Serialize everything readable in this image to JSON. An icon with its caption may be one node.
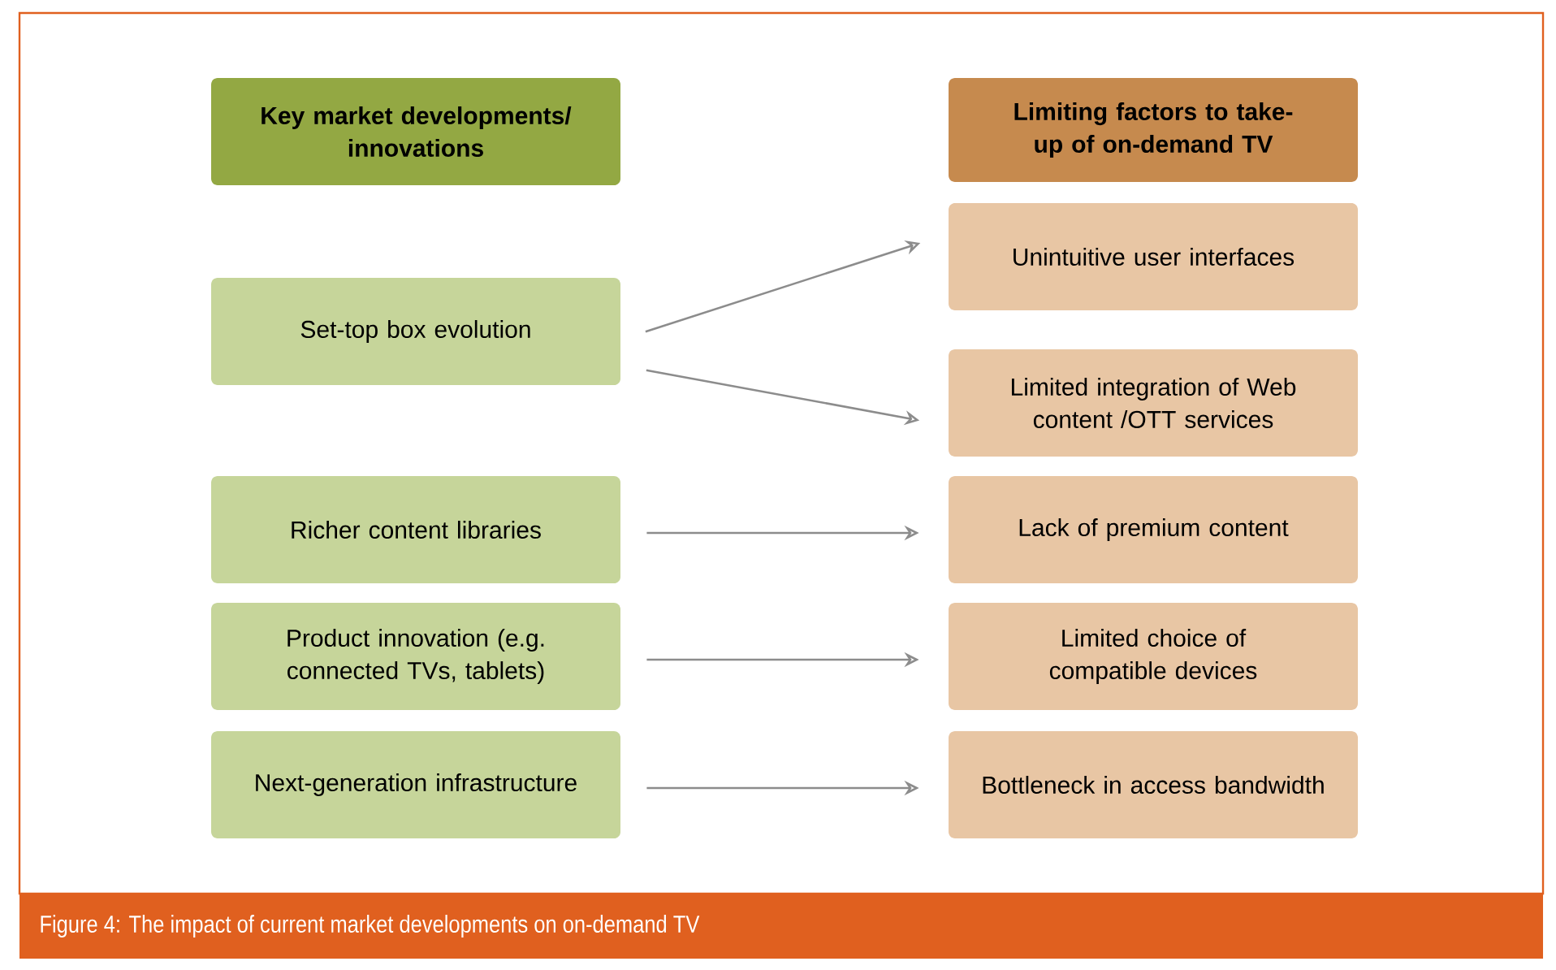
{
  "diagram": {
    "caption": "Figure 4: The impact of current market developments on on-demand TV",
    "nodes": [
      {
        "text": [
          "Key market developments/ innovations"
        ]
      },
      {
        "text": [
          "Limiting factors to take-up of on-demand TV"
        ]
      },
      {
        "text": [
          "Set-top box evolution"
        ]
      },
      {
        "text": [
          "Richer content libraries"
        ]
      },
      {
        "text": [
          "Product innovation (e.g. connected TVs, tablets)"
        ]
      },
      {
        "text": [
          "Next-generation infrastructure"
        ]
      },
      {
        "text": [
          "Unintuitive user interfaces"
        ]
      },
      {
        "text": [
          "Limited integration of Web content /OTT services"
        ]
      },
      {
        "text": [
          "Lack of premium content"
        ]
      },
      {
        "text": [
          "Limited choice of compatible devices"
        ]
      },
      {
        "text": [
          "Bottleneck in access bandwidth"
        ]
      }
    ],
    "edges": [
      {
        "from": 2,
        "to": 6,
        "arrow": "to"
      },
      {
        "from": 2,
        "to": 7,
        "arrow": "to"
      },
      {
        "from": 3,
        "to": 8,
        "arrow": "to"
      },
      {
        "from": 4,
        "to": 9,
        "arrow": "to"
      },
      {
        "from": 5,
        "to": 10,
        "arrow": "to"
      }
    ]
  }
}
